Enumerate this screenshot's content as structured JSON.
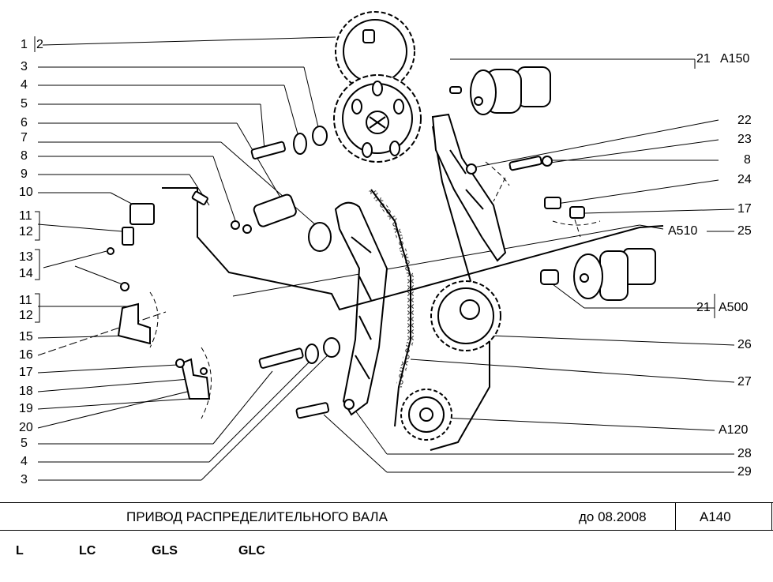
{
  "left_labels": [
    "1",
    "2",
    "3",
    "4",
    "5",
    "6",
    "7",
    "8",
    "9",
    "10",
    "11",
    "12",
    "13",
    "14",
    "11",
    "12",
    "15",
    "16",
    "17",
    "18",
    "19",
    "20",
    "5",
    "4",
    "3"
  ],
  "right_labels": {
    "r1": "21",
    "r1b": "A150",
    "r2": "22",
    "r3": "23",
    "r4": "8",
    "r5": "24",
    "r6": "17",
    "r7": "A510",
    "r7b": "25",
    "r8": "21",
    "r8b": "A500",
    "r9": "26",
    "r10": "27",
    "r11": "A120",
    "r12": "28",
    "r13": "29"
  },
  "footer": {
    "title": "ПРИВОД   РАСПРЕДЕЛИТЕЛЬНОГО   ВАЛА",
    "date": "до 08.2008",
    "code": "A140"
  },
  "variants": [
    "L",
    "LC",
    "GLS",
    "GLC"
  ]
}
